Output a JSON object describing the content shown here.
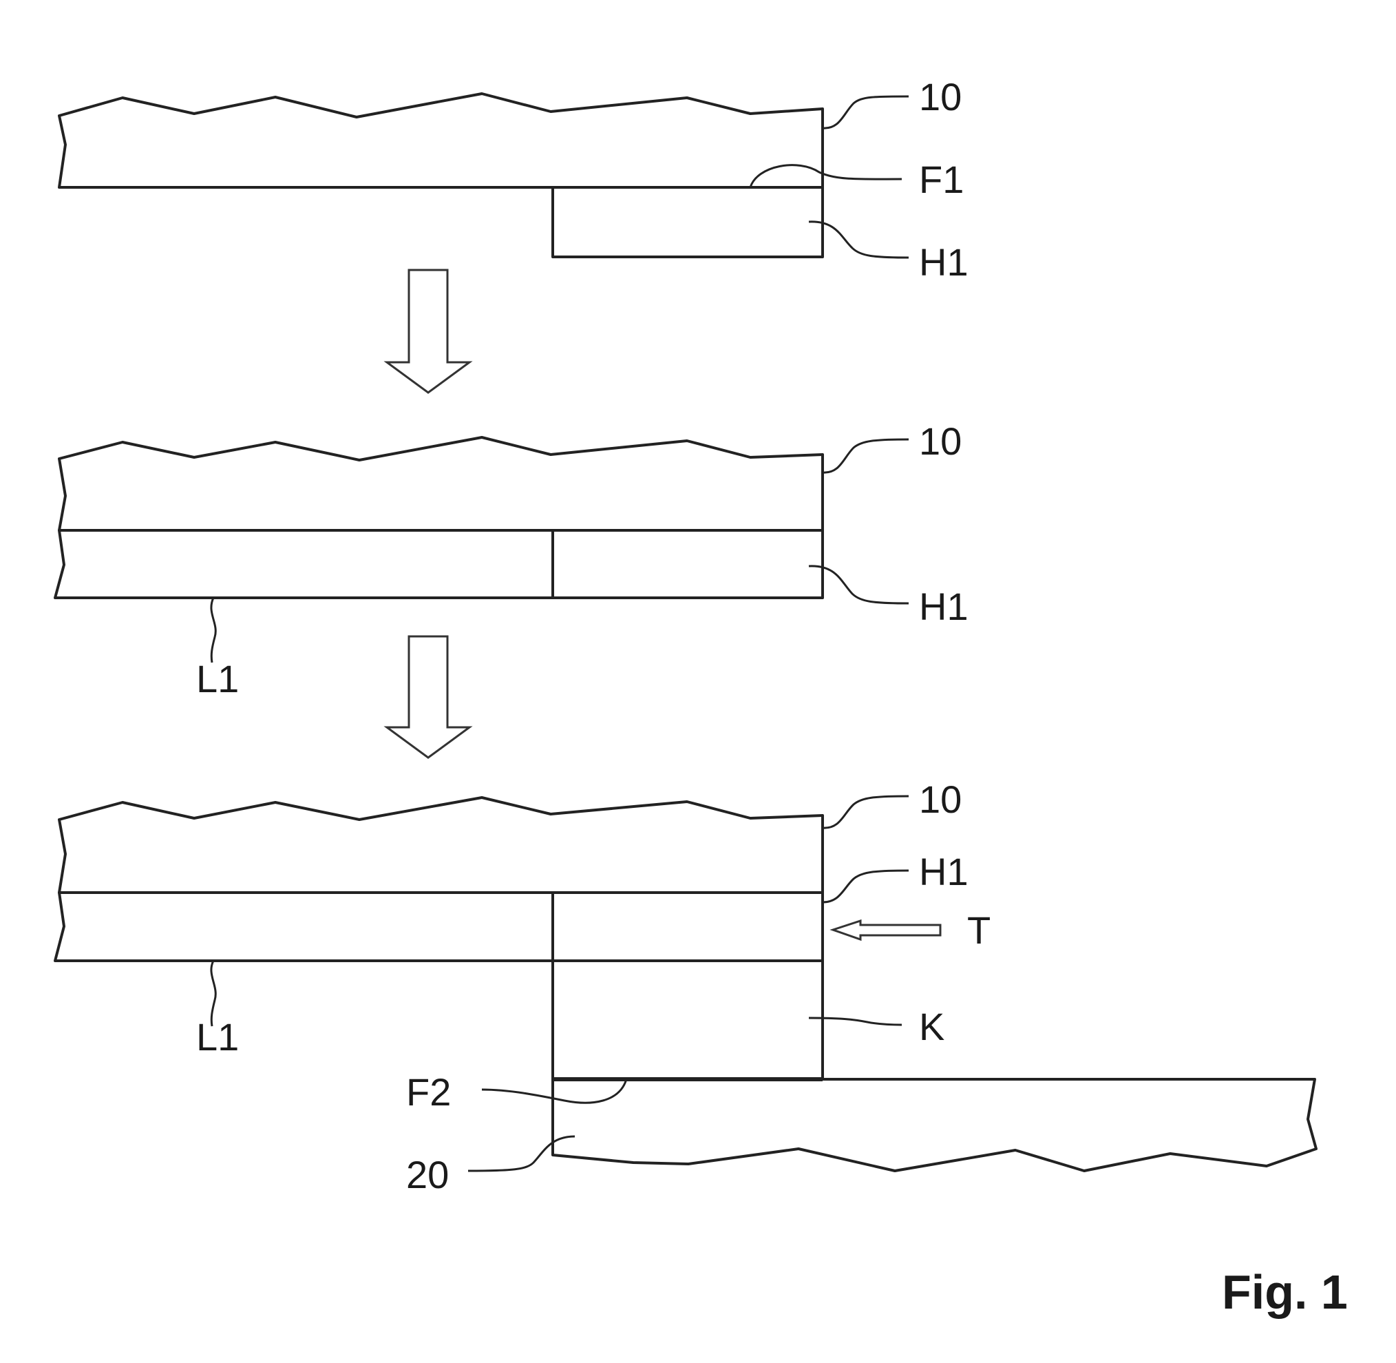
{
  "figure_label": "Fig. 1",
  "stage1": {
    "substrate_label": "10",
    "surface_label": "F1",
    "adhesive_label": "H1"
  },
  "stage2": {
    "substrate_label": "10",
    "adhesive_label": "H1",
    "layer_label": "L1"
  },
  "stage3": {
    "substrate_label": "10",
    "adhesive_label": "H1",
    "arrow_label": "T",
    "layer_label": "L1",
    "core_label": "K",
    "surface_label": "F2",
    "second_part_label": "20"
  }
}
